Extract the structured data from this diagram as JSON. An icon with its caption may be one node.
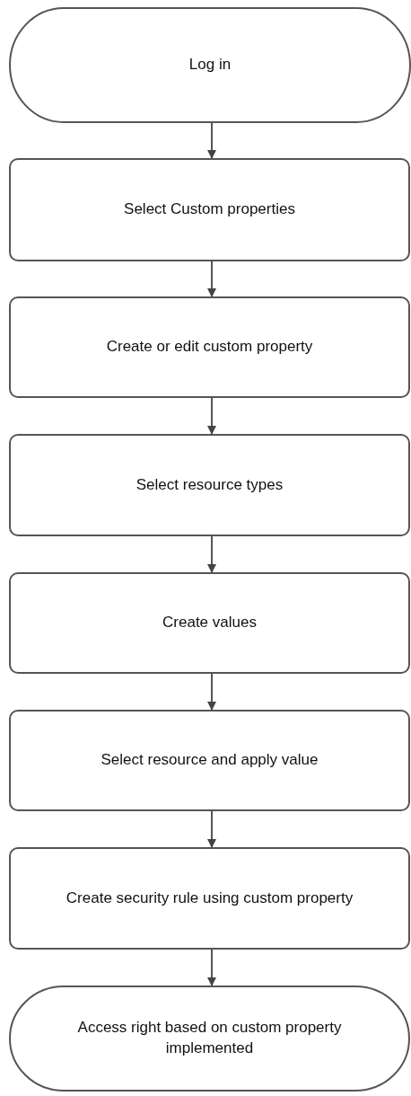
{
  "diagram": {
    "nodes": [
      {
        "text": [
          "Log in"
        ]
      },
      {
        "text": [
          "Select Custom properties"
        ]
      },
      {
        "text": [
          "Create or edit custom property"
        ]
      },
      {
        "text": [
          "Select resource types"
        ]
      },
      {
        "text": [
          "Create values"
        ]
      },
      {
        "text": [
          "Select resource and apply value"
        ]
      },
      {
        "text": [
          "Create security rule using custom property"
        ]
      },
      {
        "text": [
          "Access right based on custom property implemented"
        ]
      }
    ],
    "edges": [
      {
        "from": 0,
        "to": 1,
        "arrow": "to"
      },
      {
        "from": 1,
        "to": 2,
        "arrow": "to"
      },
      {
        "from": 2,
        "to": 3,
        "arrow": "to"
      },
      {
        "from": 3,
        "to": 4,
        "arrow": "to"
      },
      {
        "from": 4,
        "to": 5,
        "arrow": "to"
      },
      {
        "from": 5,
        "to": 6,
        "arrow": "to"
      },
      {
        "from": 6,
        "to": 7,
        "arrow": "to"
      }
    ]
  }
}
